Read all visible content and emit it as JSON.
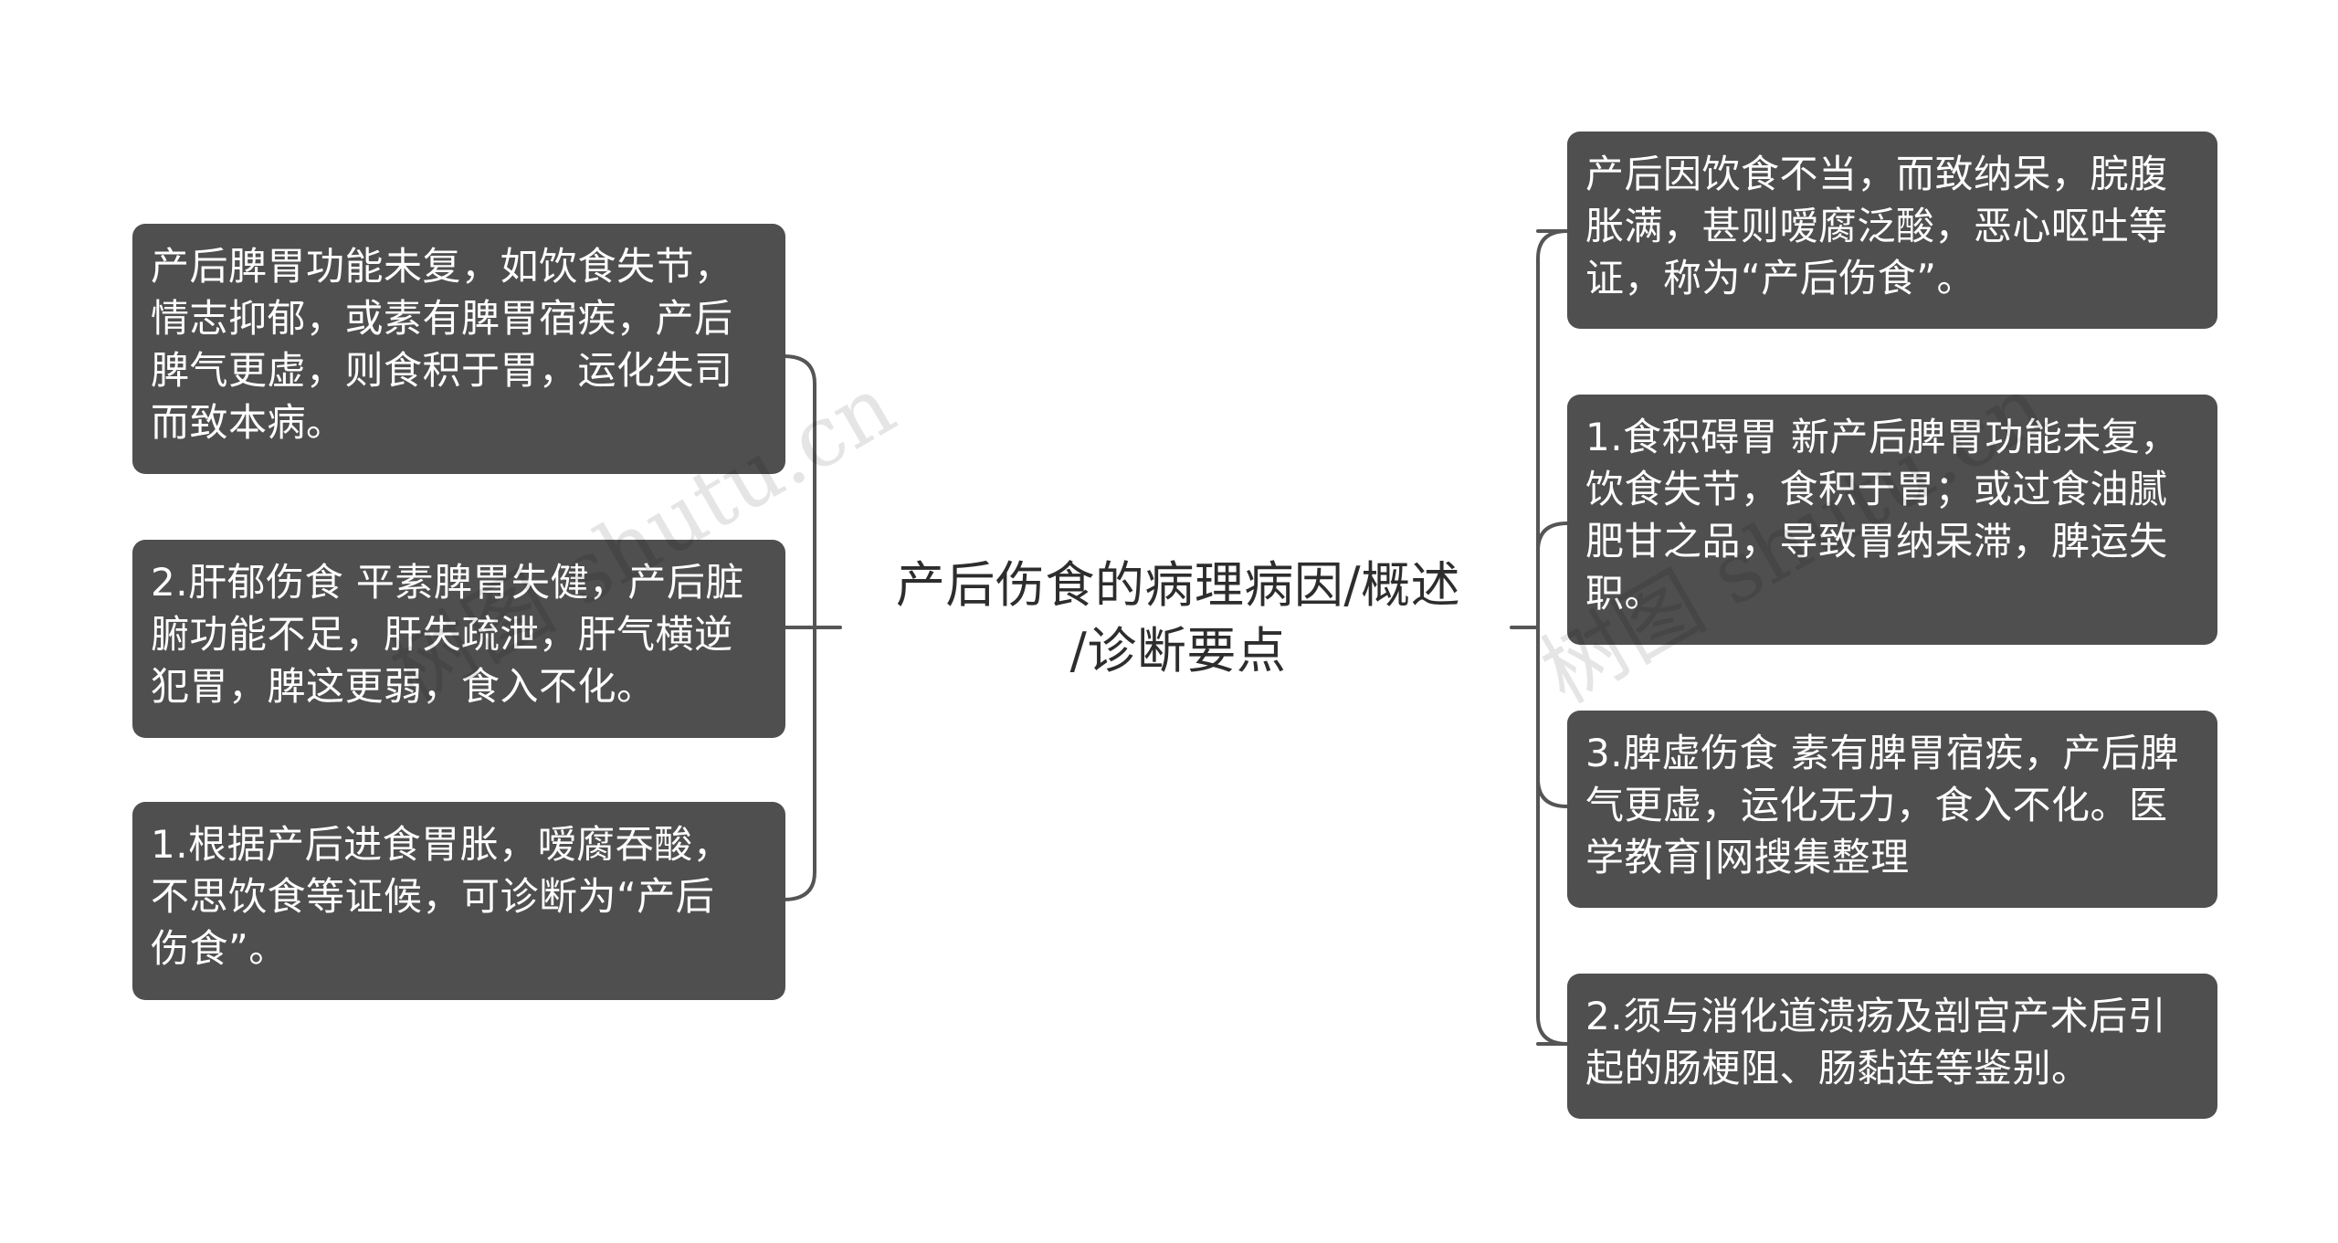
{
  "center": {
    "title_line1": "产后伤食的病理病因/概述",
    "title_line2": "/诊断要点"
  },
  "left_nodes": [
    {
      "text": "产后脾胃功能未复，如饮食失节，\n情志抑郁，或素有脾胃宿疾，产后\n脾气更虚，则食积于胃，运化失司\n而致本病。"
    },
    {
      "text": "2.肝郁伤食 平素脾胃失健，产后脏\n腑功能不足，肝失疏泄，肝气横逆\n犯胃，脾这更弱，食入不化。"
    },
    {
      "text": "1.根据产后进食胃胀，嗳腐吞酸，\n不思饮食等证候，可诊断为“产后\n伤食”。"
    }
  ],
  "right_nodes": [
    {
      "text": "产后因饮食不当，而致纳呆，脘腹\n胀满，甚则嗳腐泛酸，恶心呕吐等\n证，称为“产后伤食”。"
    },
    {
      "text": "1.食积碍胃 新产后脾胃功能未复，\n饮食失节，食积于胃；或过食油腻\n肥甘之品，导致胃纳呆滞，脾运失\n职。"
    },
    {
      "text": "3.脾虚伤食 素有脾胃宿疾，产后脾\n气更虚，运化无力，食入不化。医\n学教育|网搜集整理"
    },
    {
      "text": "2.须与消化道溃疡及剖宫产术后引\n起的肠梗阻、肠黏连等鉴别。"
    }
  ],
  "watermark": {
    "text_left": "树图 shutu.cn",
    "text_right": "树图 shutu.cn"
  },
  "colors": {
    "node_fill": "#4f4f4f",
    "node_text": "#ffffff",
    "connector": "#555555",
    "center_text": "#2d2d2d"
  }
}
